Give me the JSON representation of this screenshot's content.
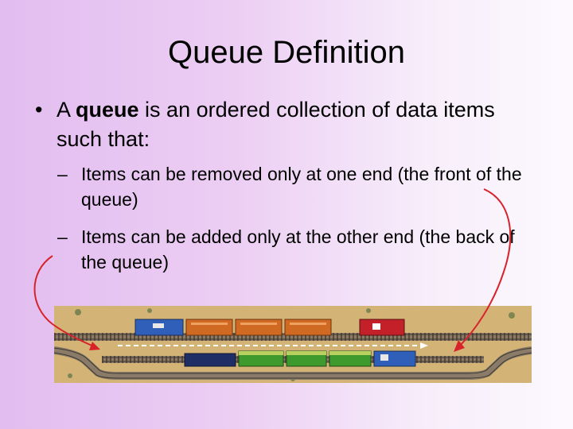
{
  "slide": {
    "title": "Queue Definition",
    "bullet_marker": "•",
    "bullet_pre": "A ",
    "bullet_bold": "queue",
    "bullet_post": " is an ordered collection of data items such that:",
    "sub_marker": "–",
    "sub_items": [
      "Items can be removed only at one end (the front of the queue)",
      "Items can be added only at the other end (the back of the queue)"
    ]
  },
  "colors": {
    "arrow": "#d8232a",
    "sand": "#d9b87a",
    "track": "#6b6358",
    "car_blue": "#2f5fb8",
    "car_orange": "#d06a22",
    "car_red": "#c4202a",
    "car_navy": "#1f2f66",
    "car_green": "#3f9a2e"
  },
  "image": {
    "icon": "train-yard-illustration"
  }
}
